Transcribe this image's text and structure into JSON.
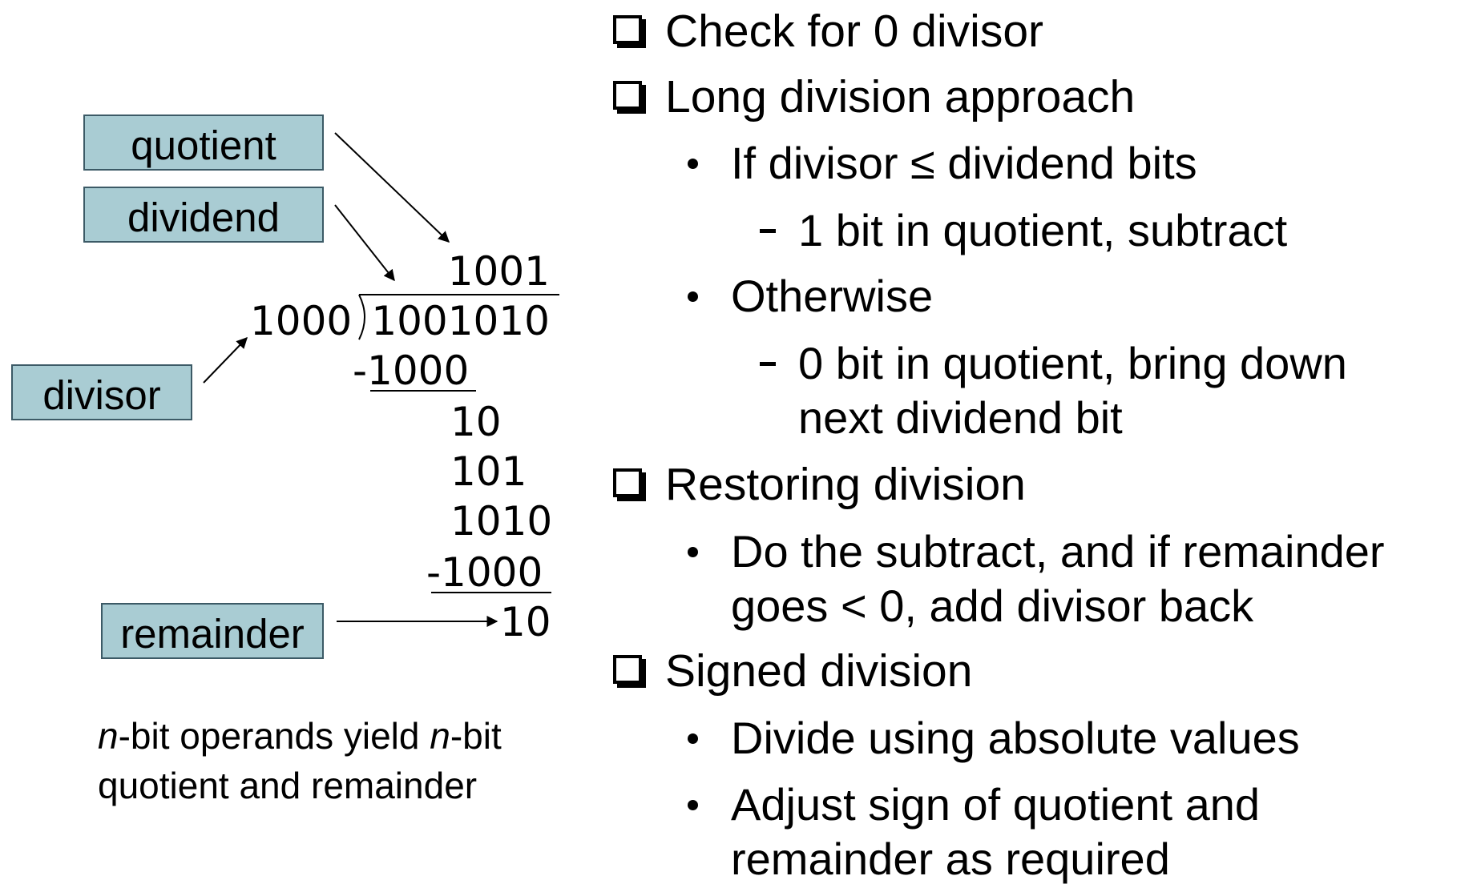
{
  "labels": {
    "quotient": "quotient",
    "dividend": "dividend",
    "divisor": "divisor",
    "remainder": "remainder"
  },
  "long_division": {
    "quotient": "1001",
    "divisor": "1000",
    "dividend": "1001010",
    "subtract_1": "1000",
    "row_1": "10",
    "row_2": "101",
    "row_3": "1010",
    "subtract_2": "1000",
    "remainder": "10"
  },
  "caption": {
    "n1": "n",
    "part1": "-bit operands yield ",
    "n2": "n",
    "part2": "-bit",
    "line2": "quotient and remainder"
  },
  "bullets": [
    {
      "level": 1,
      "text": "Check for 0 divisor"
    },
    {
      "level": 1,
      "text": "Long division approach"
    },
    {
      "level": 2,
      "text": "If divisor ≤ dividend bits"
    },
    {
      "level": 3,
      "text": "1 bit in quotient, subtract"
    },
    {
      "level": 2,
      "text": "Otherwise"
    },
    {
      "level": 3,
      "text": "0 bit in quotient, bring down"
    },
    {
      "level": 3,
      "text": "next dividend bit",
      "continuation": true
    },
    {
      "level": 1,
      "text": "Restoring division"
    },
    {
      "level": 2,
      "text": "Do the subtract, and if remainder"
    },
    {
      "level": 2,
      "text": "goes < 0, add divisor back",
      "continuation": true
    },
    {
      "level": 1,
      "text": "Signed division"
    },
    {
      "level": 2,
      "text": "Divide using absolute values"
    },
    {
      "level": 2,
      "text": "Adjust sign of quotient and"
    },
    {
      "level": 2,
      "text": "remainder as required",
      "continuation": true
    }
  ],
  "colors": {
    "label_fill": "#a9ccd3",
    "label_border": "#3c5a66",
    "text": "#000000"
  }
}
